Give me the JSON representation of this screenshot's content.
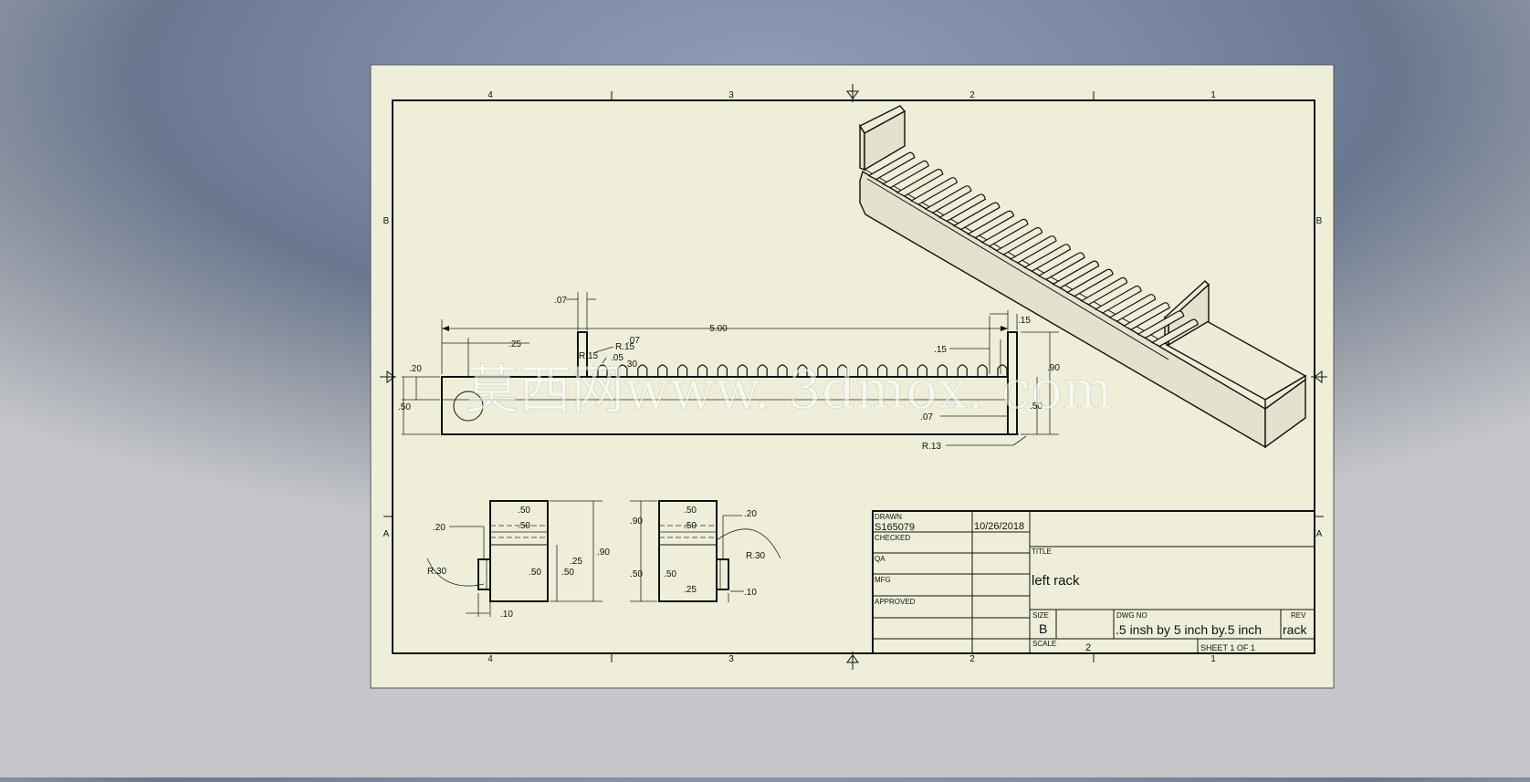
{
  "border": {
    "columns": [
      "4",
      "3",
      "2",
      "1"
    ],
    "rows": [
      "B",
      "A"
    ]
  },
  "title_block": {
    "drawn_label": "DRAWN",
    "drawn_by": "S165079",
    "drawn_date": "10/26/2018",
    "checked_label": "CHECKED",
    "qa_label": "QA",
    "mfg_label": "MFG",
    "approved_label": "APPROVED",
    "title_label": "TITLE",
    "title": "left rack",
    "size_label": "SIZE",
    "size": "B",
    "dwg_no_label": "DWG NO",
    "dwg_no": ".5 insh by 5 inch by.5 inch",
    "rev_label": "REV",
    "rev": "rack",
    "scale_label": "SCALE",
    "scale": "2",
    "sheet": "SHEET 1  OF 1"
  },
  "front_view": {
    "tooth_count": 21,
    "dims": {
      "overall_length": "5.00",
      "end_offset": ".25",
      "tooth_width": ".07",
      "tooth_depth": ".07",
      "tip_radius": "R.15",
      "root_radius": "R.15",
      "small_a": ".05",
      "small_b": ".30",
      "end_wall": ".15",
      "end_gap": ".15",
      "height_top": ".20",
      "height_body": ".50",
      "height_total": ".90",
      "end_right": ".50",
      "end_slot": ".07",
      "bottom_radius": "R.13"
    }
  },
  "side_view_left": {
    "dims": {
      "w_top": ".50",
      "w_mid": ".50",
      "w_bot": ".50",
      "w_bot2": ".50",
      "offset": ".20",
      "radius": "R.30",
      "h_step": ".25",
      "h_total": ".90",
      "tab": ".10"
    }
  },
  "side_view_right": {
    "dims": {
      "w_top": ".50",
      "w_mid": ".50",
      "h_total": ".90",
      "h_body": ".50",
      "w_bot": ".50",
      "offset": ".20",
      "radius": "R.30",
      "step": ".25",
      "tab": ".10"
    }
  },
  "watermark": "莫西网www. 3dmox. com"
}
